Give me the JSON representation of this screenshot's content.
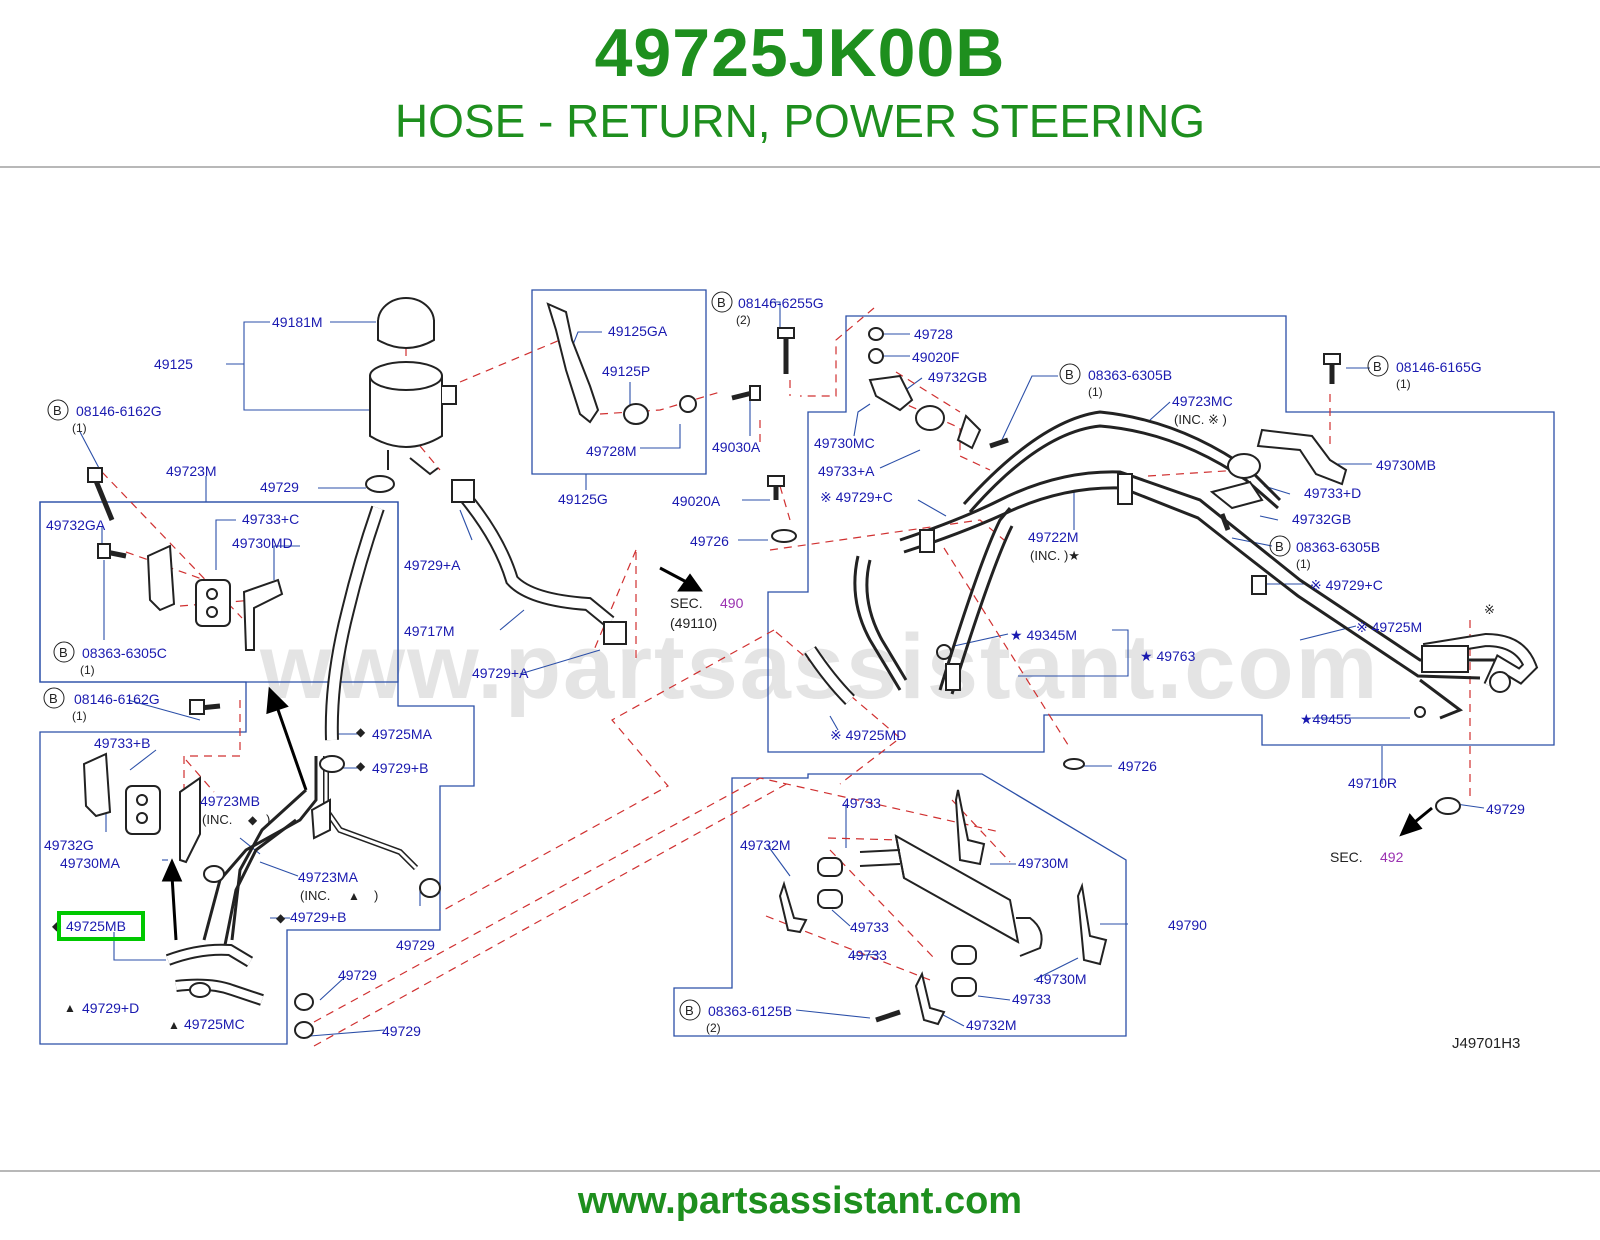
{
  "header": {
    "part_number": "49725JK00B",
    "part_name": "HOSE - RETURN, POWER STEERING"
  },
  "footer": {
    "url": "www.partsassistant.com"
  },
  "watermark": "www.partsassistant.com",
  "diagram_code": "J49701H3",
  "colors": {
    "brand_green": "#1e8f1e",
    "label_blue": "#1a1ab0",
    "leader_blue": "#2b4fa8",
    "dashed_red": "#d03030",
    "highlight_green": "#00c800",
    "sec_purple": "#9a30b0"
  },
  "callouts": {
    "c49181M": "49181M",
    "c49125": "49125",
    "b1": "B",
    "b1_num": "08146-6162G",
    "b1_qty": "(1)",
    "c49723M": "49723M",
    "c49729_a": "49729",
    "c49732GA": "49732GA",
    "c49733C": "49733+C",
    "c49730MD": "49730MD",
    "b2": "B",
    "b2_num": "08363-6305C",
    "b2_qty": "(1)",
    "b3": "B",
    "b3_num": "08146-6162G",
    "b3_qty": "(1)",
    "c49733B": "49733+B",
    "c49723MB": "49723MB",
    "inc_mb": "(INC.",
    "inc_mb_sym": "◆",
    "inc_mb_close": ")",
    "c49732G": "49732G",
    "c49730MA": "49730MA",
    "c49725MB": "49725MB",
    "dia_mb": "◆",
    "c49723MA": "49723MA",
    "inc_ma": "(INC.",
    "inc_ma_sym": "▲",
    "inc_ma_close": ")",
    "c49729B_2": "49729+B",
    "c49729D": "49729+D",
    "c49725MC": "49725MC",
    "c49729_b": "49729",
    "c49729_c": "49729",
    "c49729_d": "49729",
    "c49725MA": "49725MA",
    "c49729B": "49729+B",
    "c49729A_1": "49729+A",
    "c49717M": "49717M",
    "c49729A_2": "49729+A",
    "c49125GA": "49125GA",
    "c49125P": "49125P",
    "c49728M": "49728M",
    "c49125G": "49125G",
    "b4": "B",
    "b4_num": "08146-6255G",
    "b4_qty": "(2)",
    "c49030A": "49030A",
    "c49020A": "49020A",
    "c49726_a": "49726",
    "sec1": "SEC.",
    "sec1_num": "490",
    "sec1_sub": "(49110)",
    "c49728": "49728",
    "c49020F": "49020F",
    "c49732GB_1": "49732GB",
    "c49730MC": "49730MC",
    "c49733A": "49733+A",
    "c49729C_1": "※ 49729+C",
    "b5": "B",
    "b5_num": "08363-6305B",
    "b5_qty": "(1)",
    "c49723MC": "49723MC",
    "inc_mc": "(INC.  ※ )",
    "c49722M": "49722M",
    "inc_722": "(INC.     )★",
    "c49345M": "★ 49345M",
    "c49763": "★ 49763",
    "c49725MD": "※ 49725MD",
    "c49726_b": "49726",
    "b6": "B",
    "b6_num": "08146-6165G",
    "b6_qty": "(1)",
    "c49730MB": "49730MB",
    "c49733D": "49733+D",
    "c49732GB_2": "49732GB",
    "b7": "B",
    "b7_num": "08363-6305B",
    "b7_qty": "(1)",
    "c49729C_2": "※ 49729+C",
    "c49725M": "※ 49725M",
    "c49455": "★49455",
    "c49710R": "49710R",
    "c49729_e": "49729",
    "sec2": "SEC.",
    "sec2_num": "492",
    "star_mark": "※",
    "c49733_1": "49733",
    "c49732M_1": "49732M",
    "c49730M_1": "49730M",
    "c49733_2": "49733",
    "c49733_3": "49733",
    "c49790": "49790",
    "c49730M_2": "49730M",
    "c49733_4": "49733",
    "b8": "B",
    "b8_num": "08363-6125B",
    "b8_qty": "(2)",
    "c49732M_2": "49732M",
    "dia_725ma": "◆",
    "dia_729b": "◆",
    "dia_729b2": "◆",
    "tri_729d": "▲",
    "tri_725mc": "▲"
  }
}
